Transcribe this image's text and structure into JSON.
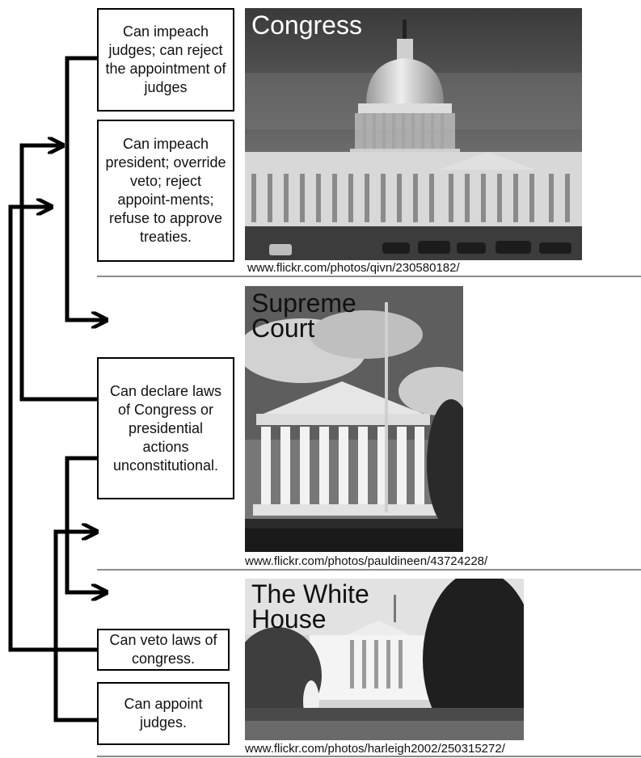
{
  "boxes": {
    "impeach_judges": "Can impeach judges; can reject the appointment of judges",
    "impeach_president": "Can impeach president; override veto; reject appoint-ments; refuse to approve treaties.",
    "declare_unconstitutional": "Can declare laws of Congress or presidential actions unconstitutional.",
    "veto_laws": "Can veto laws of congress.",
    "appoint_judges": "Can appoint judges."
  },
  "panels": {
    "congress": {
      "title": "Congress",
      "credit": "www.flickr.com/photos/qivn/230580182/"
    },
    "supreme_court": {
      "title_line1": "Supreme",
      "title_line2": "Court",
      "credit": "www.flickr.com/photos/pauldineen/43724228/"
    },
    "white_house": {
      "title_line1": "The White",
      "title_line2": "House",
      "credit": "www.flickr.com/photos/harleigh2002/250315272/"
    }
  },
  "colors": {
    "line": "#000000",
    "rule": "#8a8a8a"
  }
}
